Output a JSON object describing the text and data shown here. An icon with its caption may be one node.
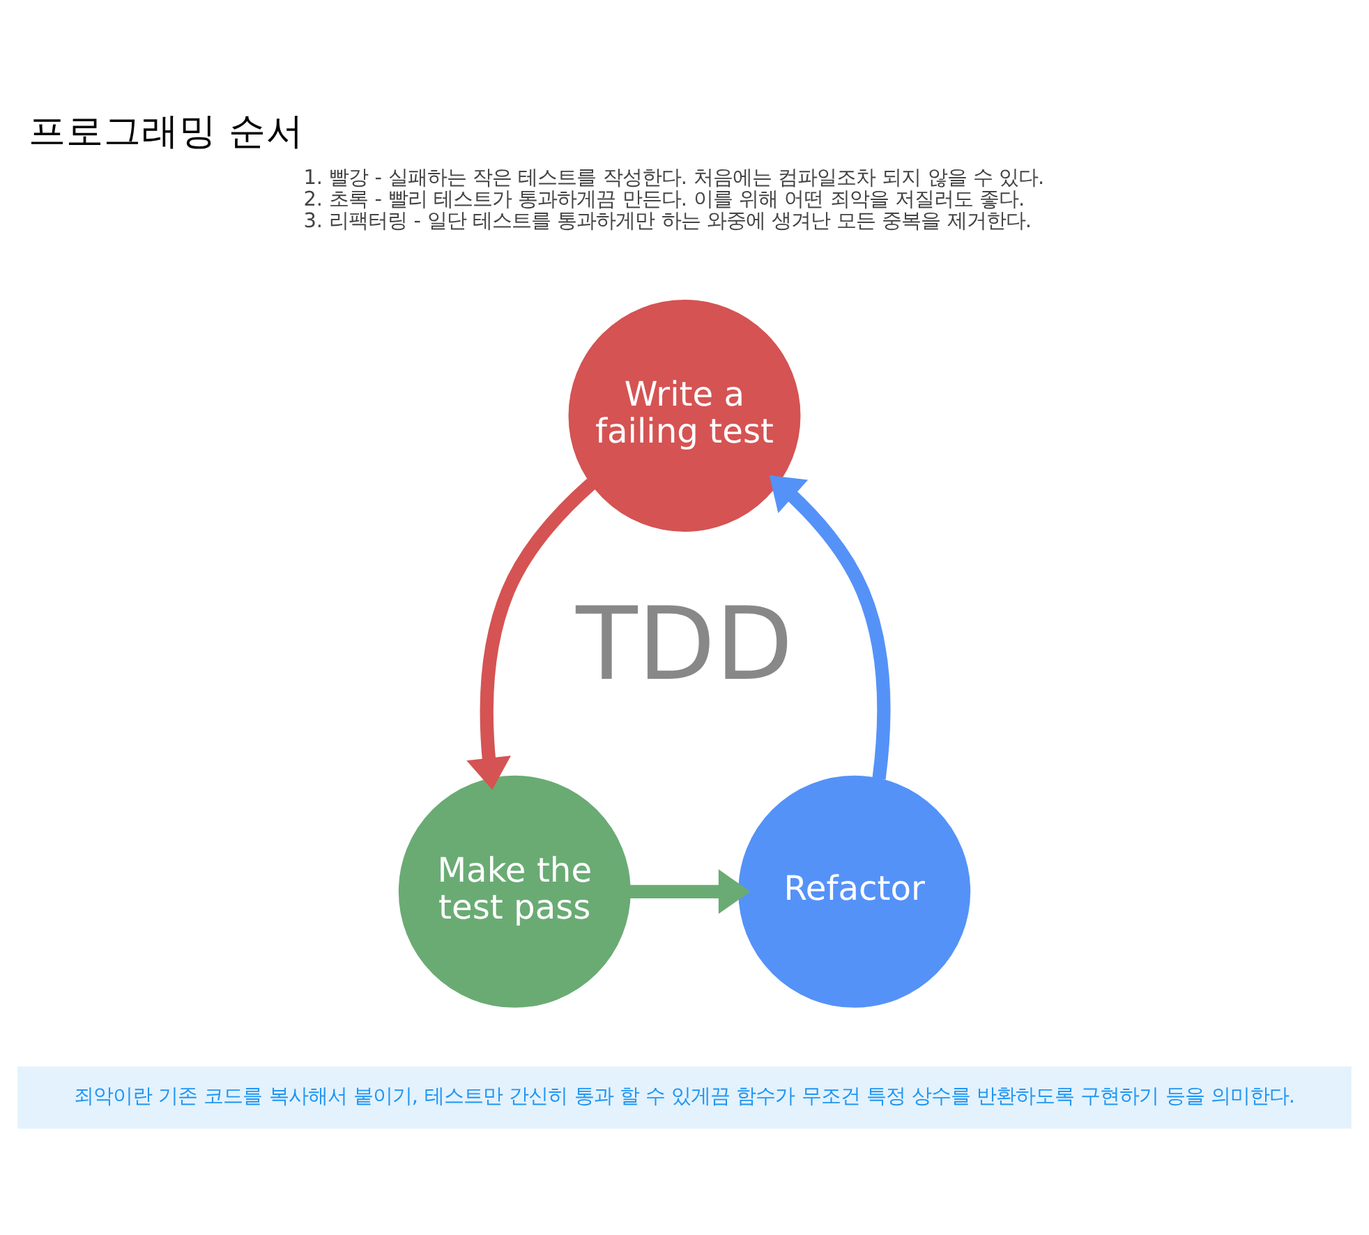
{
  "diagram": {
    "title": "프로그래밍 순서",
    "nodes": [
      {
        "text": [
          "Write a failing test"
        ]
      },
      {
        "text": [
          "Make the test pass"
        ]
      },
      {
        "text": [
          "Refactor"
        ]
      },
      {
        "text": [
          "TDD"
        ]
      }
    ],
    "edges": [
      {
        "from": 0,
        "to": 1,
        "arrow": "to",
        "color": "#d55353"
      },
      {
        "from": 1,
        "to": 2,
        "arrow": "to",
        "color": "#6aab74"
      },
      {
        "from": 2,
        "to": 0,
        "arrow": "to",
        "color": "#5592f8"
      }
    ],
    "labels": [
      "1. 빨강 - 실패하는 작은 테스트를 작성한다. 처음에는 컴파일조차 되지 않을 수 있다.",
      "2. 초록 - 빨리 테스트가 통과하게끔 만든다. 이를 위해 어떤 죄악을 저질러도 좋다.",
      "3. 리팩터링 - 일단 테스트를 통과하게만 하는 와중에 생겨난 모든 중복을 제거한다.",
      "죄악이란 기존 코드를 복사해서 붙이기, 테스트만 간신히 통과 할 수 있게끔 함수가 무조건 특정 상수를 반환하도록 구현하기 등을 의미한다."
    ]
  }
}
